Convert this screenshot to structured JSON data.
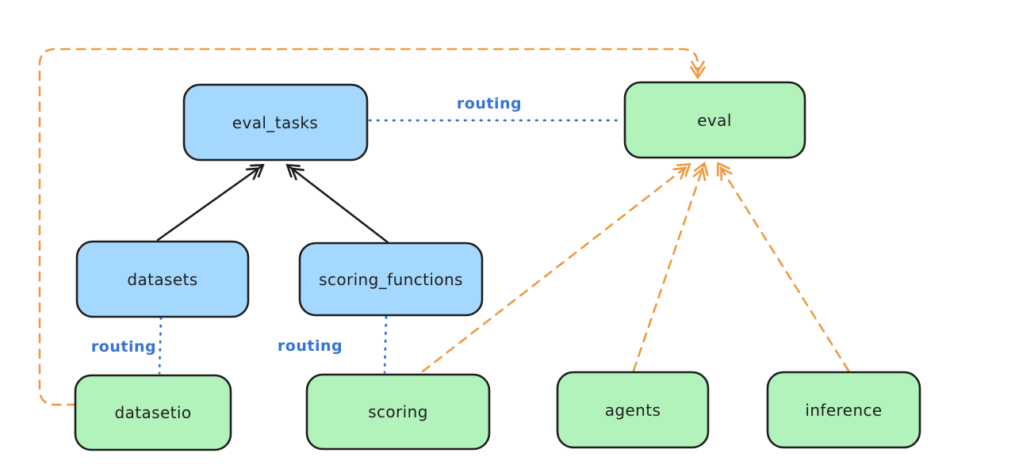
{
  "colors": {
    "background": "#ffffff",
    "blue_fill": "#a5d8ff",
    "green_fill": "#b2f2bb",
    "node_border": "#1e1e1e",
    "black_arrow": "#1e1e1e",
    "orange_arrow": "#ee9b40",
    "blue_routing": "#3673d5",
    "label_text": "#1e1e1e"
  },
  "diagram": {
    "nodes": [
      {
        "id": "eval_tasks",
        "label": "eval_tasks",
        "fill": "blue"
      },
      {
        "id": "eval",
        "label": "eval",
        "fill": "green"
      },
      {
        "id": "datasets",
        "label": "datasets",
        "fill": "blue"
      },
      {
        "id": "scoring_functions",
        "label": "scoring_functions",
        "fill": "blue"
      },
      {
        "id": "datasetio",
        "label": "datasetio",
        "fill": "green"
      },
      {
        "id": "scoring",
        "label": "scoring",
        "fill": "green"
      },
      {
        "id": "agents",
        "label": "agents",
        "fill": "green"
      },
      {
        "id": "inference",
        "label": "inference",
        "fill": "green"
      }
    ],
    "edges": [
      {
        "from": "datasets",
        "to": "eval_tasks",
        "style": "solid",
        "color": "black",
        "arrow": true
      },
      {
        "from": "scoring_functions",
        "to": "eval_tasks",
        "style": "solid",
        "color": "black",
        "arrow": true
      },
      {
        "from": "eval_tasks",
        "to": "eval",
        "style": "dotted",
        "color": "blue",
        "arrow": false,
        "label": "routing"
      },
      {
        "from": "datasets",
        "to": "datasetio",
        "style": "dotted",
        "color": "blue",
        "arrow": false,
        "label": "routing"
      },
      {
        "from": "scoring_functions",
        "to": "scoring",
        "style": "dotted",
        "color": "blue",
        "arrow": false,
        "label": "routing"
      },
      {
        "from": "datasetio",
        "to": "eval",
        "style": "dashed",
        "color": "orange",
        "arrow": true,
        "route": "left-and-over-top"
      },
      {
        "from": "scoring",
        "to": "eval",
        "style": "dashed",
        "color": "orange",
        "arrow": true
      },
      {
        "from": "agents",
        "to": "eval",
        "style": "dashed",
        "color": "orange",
        "arrow": true
      },
      {
        "from": "inference",
        "to": "eval",
        "style": "dashed",
        "color": "orange",
        "arrow": true
      }
    ]
  }
}
